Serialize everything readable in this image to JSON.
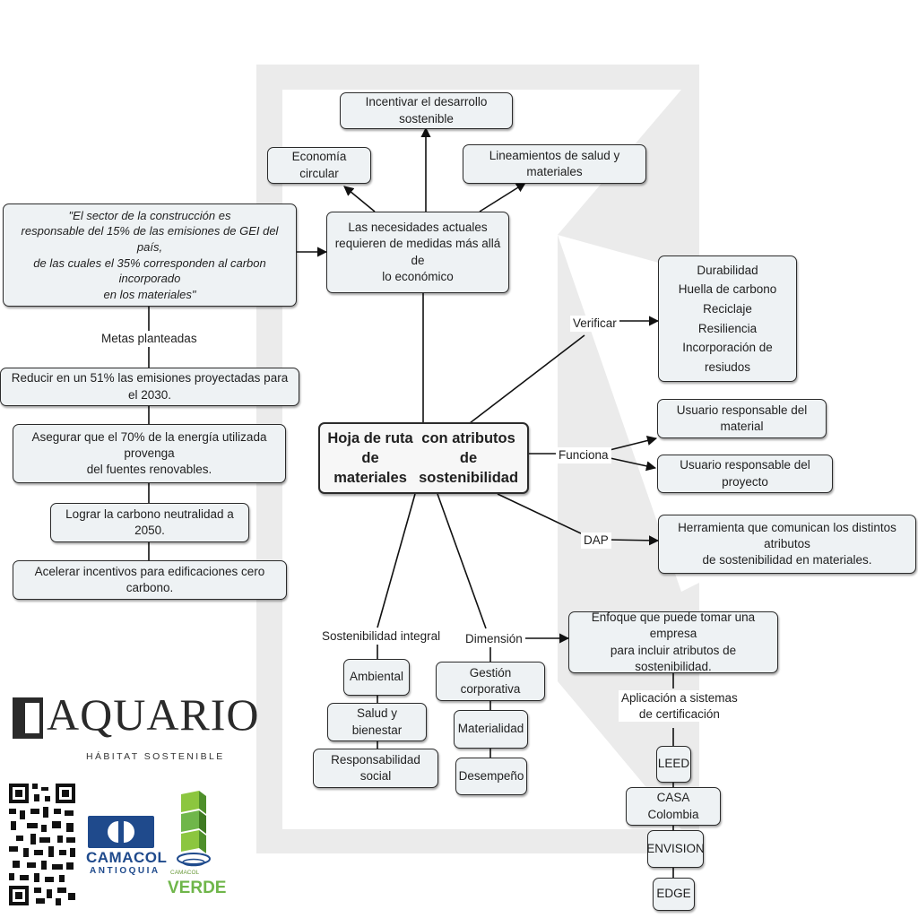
{
  "colors": {
    "node_fill": "#eef2f4",
    "border": "#2b2b2b",
    "frame": "#ebebeb",
    "camacol_blue": "#1f4a8c",
    "verde_green": "#6fb64a"
  },
  "central": {
    "line1": "Hoja de ruta de materiales",
    "line2": "con atributos de sostenibilidad"
  },
  "top": {
    "incentivar": "Incentivar el desarrollo sostenible",
    "economia": "Economía circular",
    "lineamientos": "Lineamientos de salud y materiales",
    "necesidades": "Las necesidades actuales\nrequieren de medidas más allá de\nlo económico"
  },
  "left": {
    "quote": "\"El sector de la construcción es\nresponsable del 15% de las emisiones de GEI del país,\nde las cuales el 35% corresponden al carbon incorporado\nen los materiales\"",
    "metas_label": "Metas planteadas",
    "goals": [
      "Reducir en un 51% las emisiones proyectadas para el 2030.",
      "Asegurar que el 70% de la energía utilizada provenga\ndel fuentes renovables.",
      "Lograr la carbono neutralidad a 2050.",
      "Acelerar incentivos para edificaciones cero carbono."
    ]
  },
  "right": {
    "verificar_label": "Verificar",
    "verificar_list": "Durabilidad\nHuella de carbono\nReciclaje\nResiliencia\nIncorporación de resiudos",
    "funciona_label": "Funciona",
    "usuario_material": "Usuario responsable del material",
    "usuario_proyecto": "Usuario responsable del proyecto",
    "dap_label": "DAP",
    "herramienta": "Herramienta que comunican los distintos atributos\nde sostenibilidad en materiales."
  },
  "bottom": {
    "sostenibilidad_label": "Sostenibilidad integral",
    "sostenibilidad_items": [
      "Ambiental",
      "Salud y bienestar",
      "Responsabilidad social"
    ],
    "dimension_label": "Dimensión",
    "dimension_items": [
      "Gestión corporativa",
      "Materialidad",
      "Desempeño"
    ],
    "enfoque": "Enfoque que puede tomar una empresa\npara incluir atributos de sostenibilidad.",
    "aplicacion_label": "Aplicación a sistemas\nde certificación",
    "cert_items": [
      "LEED",
      "CASA Colombia",
      "ENVISION",
      "EDGE"
    ]
  },
  "logos": {
    "aquario_name": "AQUARIO",
    "aquario_sub": "HÁBITAT SOSTENIBLE",
    "camacol_name": "CAMACOL",
    "camacol_sub": "ANTIOQUIA",
    "verde_small": "CAMACOL",
    "verde_name": "VERDE"
  },
  "icons": [
    "qr-code-icon",
    "aquario-logo-icon",
    "camacol-logo-icon",
    "camacol-verde-logo-icon"
  ]
}
